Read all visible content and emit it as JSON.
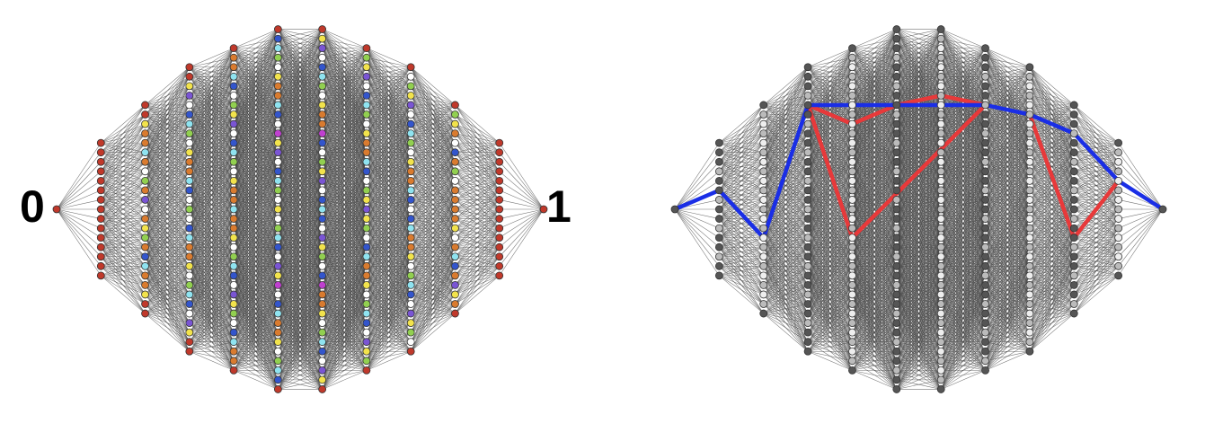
{
  "labels": {
    "source": "0",
    "sink": "1"
  },
  "colors": {
    "edge": "#444444",
    "node_stroke": "#333333",
    "red_node": "#c0392b",
    "orange_node": "#d97b2f",
    "yellow_node": "#f2e34c",
    "green_node": "#92d050",
    "cyan_node": "#8fe3f0",
    "blue_node": "#3355cc",
    "violet_node": "#7a55d4",
    "magenta_node": "#c040d0",
    "white_node": "#ffffff",
    "dark_gray_node": "#555555",
    "light_gray_node": "#bbbbbb",
    "white_gray_node": "#eeeeee",
    "path_blue": "#1a2ee6",
    "path_red": "#e8393a"
  },
  "graph": {
    "layer_node_counts": [
      1,
      15,
      23,
      31,
      35,
      39,
      39,
      35,
      31,
      23,
      15,
      1
    ]
  },
  "right_panel": {
    "blue_path_nodes": [
      [
        0,
        0
      ],
      [
        1,
        5
      ],
      [
        2,
        14
      ],
      [
        3,
        4
      ],
      [
        7,
        6
      ],
      [
        8,
        5
      ],
      [
        9,
        3
      ],
      [
        10,
        4
      ],
      [
        11,
        0
      ]
    ],
    "red_paths": [
      [
        [
          3,
          4
        ],
        [
          4,
          8
        ],
        [
          5,
          8
        ],
        [
          6,
          7
        ],
        [
          7,
          6
        ]
      ],
      [
        [
          3,
          4
        ],
        [
          4,
          20
        ],
        [
          7,
          6
        ]
      ],
      [
        [
          8,
          5
        ],
        [
          9,
          14
        ],
        [
          10,
          4
        ]
      ]
    ]
  }
}
